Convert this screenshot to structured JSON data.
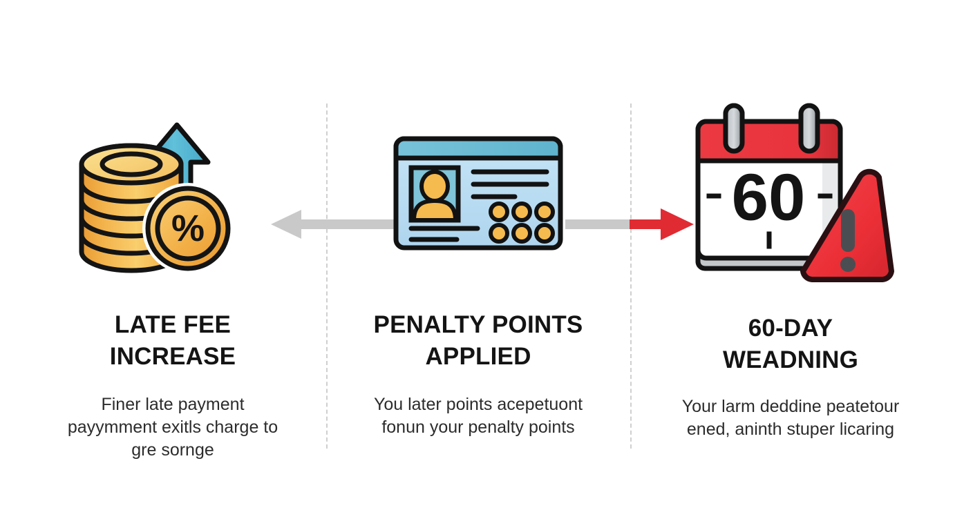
{
  "page": {
    "background": "#ffffff",
    "divider_color": "#cfcfcf"
  },
  "colors": {
    "coin_light": "#FBE08A",
    "coin_mid": "#F6C85F",
    "coin_dark": "#EFA03A",
    "coin_shadow": "#E08A2E",
    "outline": "#1a1a1a",
    "blue_arrow": "#4FB3CE",
    "card_body": "#BBDDF2",
    "card_band": "#6FBED6",
    "card_photo_bg": "#7FC4D8",
    "card_avatar": "#F6B945",
    "calendar_red": "#E8333C",
    "calendar_ring": "#9AA0A6",
    "calendar_page": "#FFFFFF",
    "calendar_shadow": "#C8CCCF",
    "warning_red": "#EE3138",
    "warning_mark": "#4A4E52",
    "gray_arrow": "#C9C9C9",
    "red_arrow": "#E02B33",
    "dot_orange": "#F6B945",
    "line_dark": "#121212"
  },
  "connectors": [
    {
      "name": "arrow-center-to-left",
      "direction": "left",
      "from_color": "#C9C9C9",
      "to_color": "#C9C9C9"
    },
    {
      "name": "arrow-center-to-right",
      "direction": "right",
      "from_color": "#C9C9C9",
      "to_color": "#E02B33"
    }
  ],
  "panels": [
    {
      "id": "late-fee-increase",
      "icon": "coin-stack-percent-up-icon",
      "title_line1": "LATE FEE",
      "title_line2": "INCREASE",
      "description": "Finer late payment payymment exitls charge to gre sornge",
      "icon_parts": {
        "coins_count": 5,
        "badge_symbol": "%",
        "trend_arrow": "up"
      }
    },
    {
      "id": "penalty-points-applied",
      "icon": "id-card-icon",
      "title_line1": "PENALTY POINTS",
      "title_line2": "APPLIED",
      "description": "You later points acepetuont fonun your penalty points",
      "icon_parts": {
        "dots_rows": 2,
        "dots_per_row": 3,
        "text_lines_top": 3,
        "text_lines_bottom": 2
      }
    },
    {
      "id": "60-day-weadning",
      "icon": "calendar-warning-icon",
      "title_line1": "60-DAY",
      "title_line2": "WEADNING",
      "description": "Your larm deddine peatetour ened, aninth stuper licaring",
      "icon_parts": {
        "calendar_number": "60",
        "rings": 2,
        "warning_symbol": "!"
      }
    }
  ]
}
